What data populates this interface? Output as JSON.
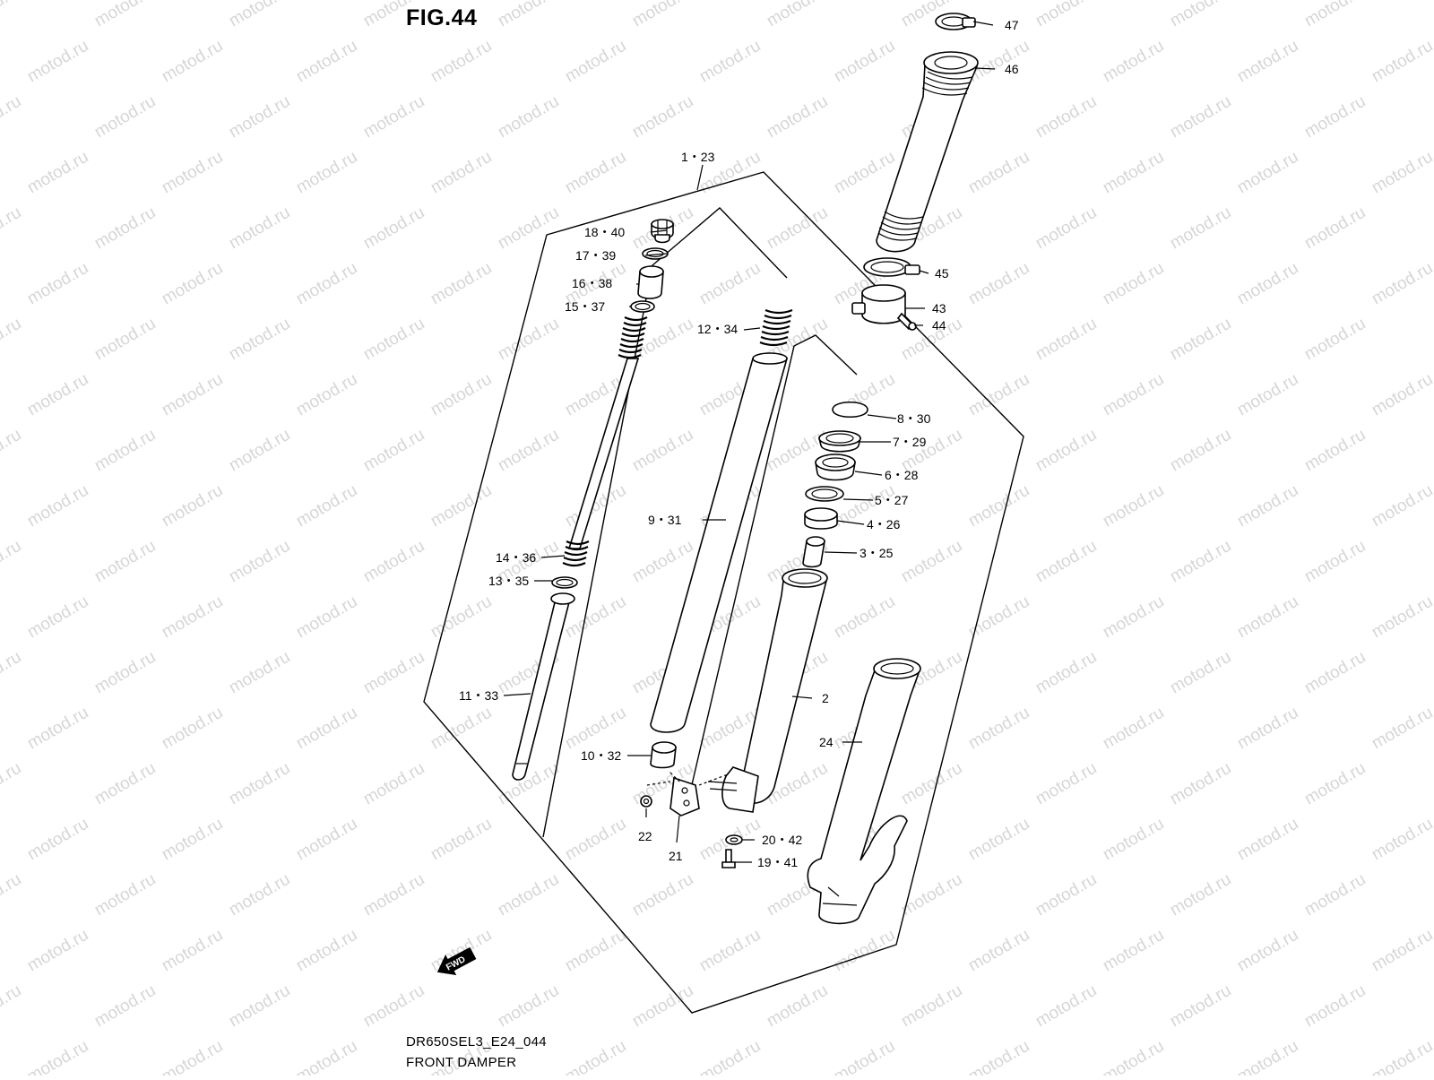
{
  "figure_title": "FIG.44",
  "footer": {
    "code": "DR650SEL3_E24_044",
    "name": "FRONT DAMPER"
  },
  "watermark": "motod.ru",
  "direction_badge": "FWD",
  "callouts": [
    {
      "id": "47",
      "label": "47"
    },
    {
      "id": "46",
      "label": "46"
    },
    {
      "id": "1-23",
      "label": "1・23"
    },
    {
      "id": "18-40",
      "label": "18・40"
    },
    {
      "id": "17-39",
      "label": "17・39"
    },
    {
      "id": "16-38",
      "label": "16・38"
    },
    {
      "id": "15-37",
      "label": "15・37"
    },
    {
      "id": "12-34",
      "label": "12・34"
    },
    {
      "id": "45",
      "label": "45"
    },
    {
      "id": "43",
      "label": "43"
    },
    {
      "id": "44",
      "label": "44"
    },
    {
      "id": "8-30",
      "label": "8・30"
    },
    {
      "id": "7-29",
      "label": "7・29"
    },
    {
      "id": "6-28",
      "label": "6・28"
    },
    {
      "id": "5-27",
      "label": "5・27"
    },
    {
      "id": "4-26",
      "label": "4・26"
    },
    {
      "id": "3-25",
      "label": "3・25"
    },
    {
      "id": "9-31",
      "label": "9・31"
    },
    {
      "id": "14-36",
      "label": "14・36"
    },
    {
      "id": "13-35",
      "label": "13・35"
    },
    {
      "id": "2",
      "label": "2"
    },
    {
      "id": "11-33",
      "label": "11・33"
    },
    {
      "id": "24",
      "label": "24"
    },
    {
      "id": "10-32",
      "label": "10・32"
    },
    {
      "id": "20-42",
      "label": "20・42"
    },
    {
      "id": "22",
      "label": "22"
    },
    {
      "id": "21",
      "label": "21"
    },
    {
      "id": "19-41",
      "label": "19・41"
    }
  ]
}
